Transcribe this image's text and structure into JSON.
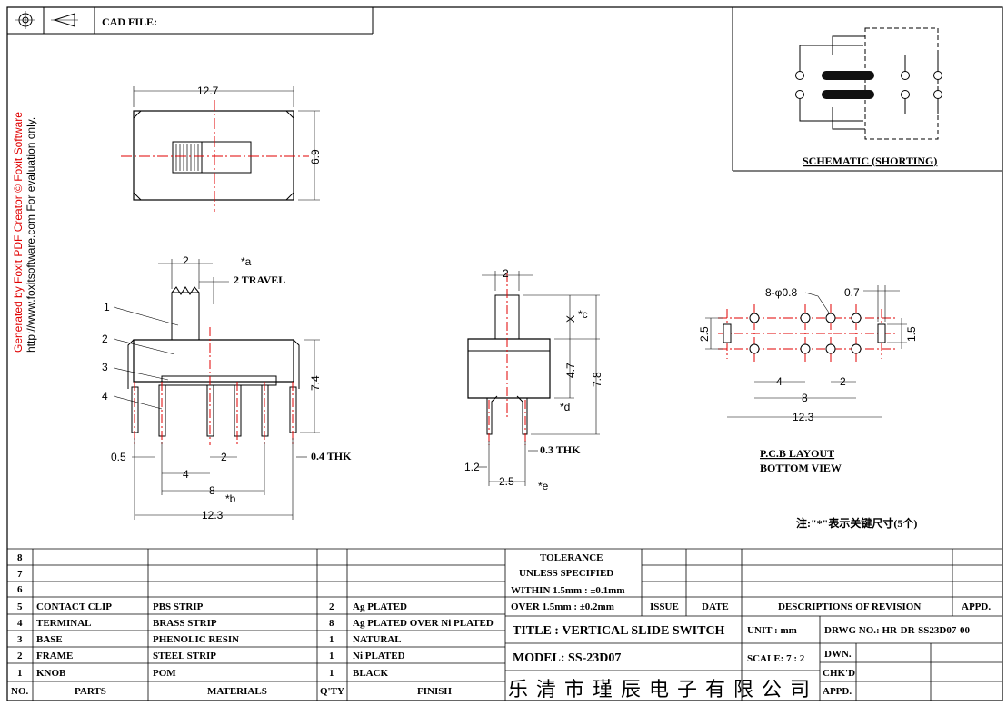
{
  "header": {
    "cad_file_label": "CAD FILE:",
    "watermark_line1": "Generated by Foxit PDF Creator © Foxit Software",
    "watermark_line2": "http://www.foxitsoftware.com   For evaluation only."
  },
  "schematic": {
    "title": "SCHEMATIC (SHORTING)"
  },
  "top_view": {
    "width": "12.7",
    "height": "6.9"
  },
  "front_view": {
    "d_2a": "2",
    "note_a": "*a",
    "travel": "2  TRAVEL",
    "leader_1": "1",
    "leader_2": "2",
    "leader_3": "3",
    "leader_4": "4",
    "h_7_4": "7.4",
    "d_0_5": "0.5",
    "d_4": "4",
    "d_2b": "2",
    "thk": "0.4  THK",
    "d_8": "8",
    "note_b": "*b",
    "d_12_3": "12.3"
  },
  "side_view": {
    "d_2": "2",
    "x_label": "X",
    "note_c": "*c",
    "d_4_7": "4.7",
    "d_7_8": "7.8",
    "note_d": "*d",
    "d_1_2": "1.2",
    "thk": "0.3  THK",
    "d_2_5": "2.5",
    "note_e": "*e"
  },
  "pcb": {
    "holes": "8-φ0.8",
    "d_0_7": "0.7",
    "d_2_5": "2.5",
    "d_1_5": "1.5",
    "d_4": "4",
    "d_2": "2",
    "d_8": "8",
    "d_12_3": "12.3",
    "title": "P.C.B  LAYOUT",
    "subtitle": "BOTTOM  VIEW"
  },
  "note": "注:\"*\"表示关键尺寸(5个)",
  "bom": {
    "rows": [
      {
        "no": "8",
        "part": "",
        "material": "",
        "qty": "",
        "finish": ""
      },
      {
        "no": "7",
        "part": "",
        "material": "",
        "qty": "",
        "finish": ""
      },
      {
        "no": "6",
        "part": "",
        "material": "",
        "qty": "",
        "finish": ""
      },
      {
        "no": "5",
        "part": "CONTACT  CLIP",
        "material": "PBS  STRIP",
        "qty": "2",
        "finish": "Ag  PLATED"
      },
      {
        "no": "4",
        "part": "TERMINAL",
        "material": "BRASS  STRIP",
        "qty": "8",
        "finish": "Ag  PLATED  OVER  Ni  PLATED"
      },
      {
        "no": "3",
        "part": "BASE",
        "material": "PHENOLIC  RESIN",
        "qty": "1",
        "finish": "NATURAL"
      },
      {
        "no": "2",
        "part": "FRAME",
        "material": "STEEL  STRIP",
        "qty": "1",
        "finish": "Ni  PLATED"
      },
      {
        "no": "1",
        "part": "KNOB",
        "material": "POM",
        "qty": "1",
        "finish": "BLACK"
      }
    ],
    "header": {
      "no": "NO.",
      "part": "PARTS",
      "material": "MATERIALS",
      "qty": "Q'TY",
      "finish": "FINISH"
    }
  },
  "title_block": {
    "tolerance": "TOLERANCE",
    "unless": "UNLESS    SPECIFIED",
    "within": "WITHIN  1.5mm : ±0.1mm",
    "over": "OVER    1.5mm : ±0.2mm",
    "issue": "ISSUE",
    "date": "DATE",
    "desc": "DESCRIPTIONS  OF  REVISION",
    "appd": "APPD.",
    "title": "TITLE : VERTICAL  SLIDE  SWITCH",
    "unit": "UNIT :   mm",
    "drwg": "DRWG  NO.:  HR-DR-SS23D07-00",
    "model": "MODEL: SS-23D07",
    "scale": "SCALE:   7 : 2",
    "dwn": "DWN.",
    "chkd": "CHK'D",
    "appd2": "APPD.",
    "company": "乐清市瑾辰电子有限公司"
  }
}
